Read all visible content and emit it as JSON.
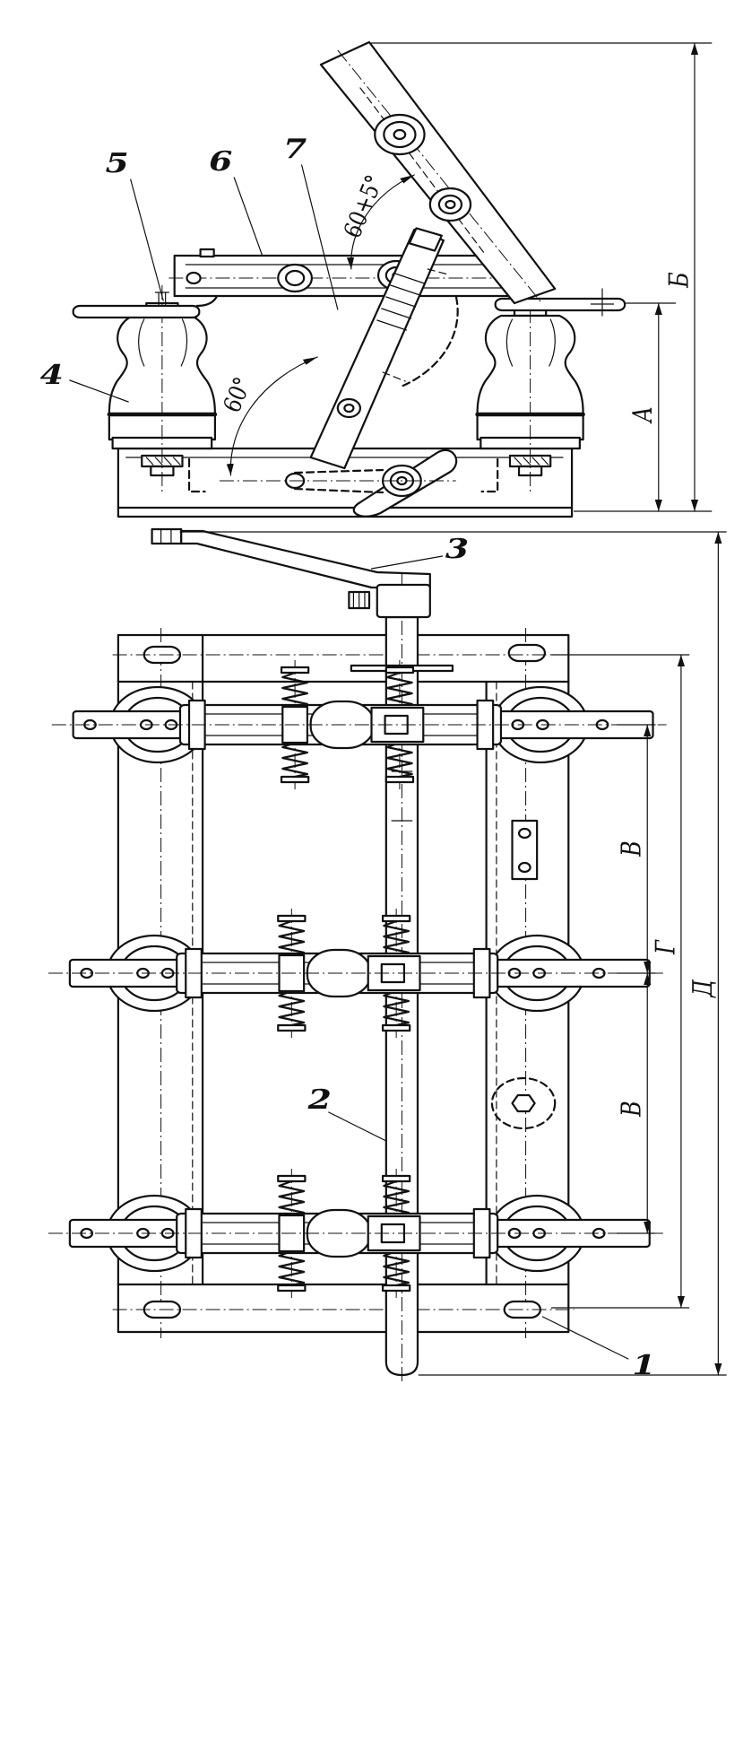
{
  "labels": {
    "part_1": "1",
    "part_2": "2",
    "part_3": "3",
    "part_4": "4",
    "part_5": "5",
    "part_6": "6",
    "part_7": "7"
  },
  "angles": {
    "blade_opening": "60+5°",
    "drive_rotation": "60°"
  },
  "dimensions": {
    "a": "А",
    "b": "Б",
    "v_upper": "В",
    "g": "Г",
    "v_lower": "В",
    "d": "Д"
  },
  "colors": {
    "ink": "#111111",
    "paper": "#ffffff"
  }
}
